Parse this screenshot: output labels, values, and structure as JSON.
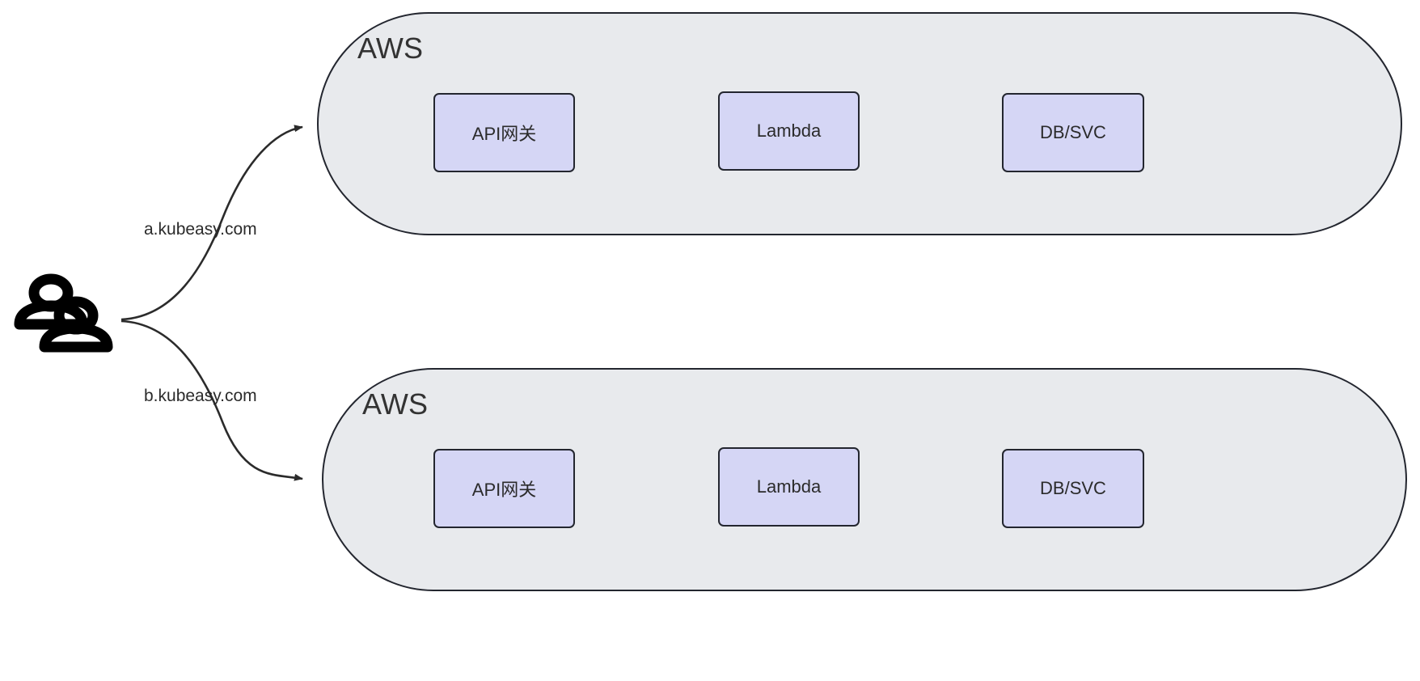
{
  "diagram": {
    "title": "AWS multi-account traffic routing",
    "background": "#ffffff",
    "colors": {
      "cloud_fill": "#e8eaed",
      "cloud_stroke": "#23262f",
      "node_fill": "#d5d6f5",
      "node_stroke": "#23262f",
      "edge_stroke": "#2b2b2b",
      "text": "#333333"
    }
  },
  "actor": {
    "icon": "users-icon",
    "label": ""
  },
  "clouds": [
    {
      "id": "aws-top",
      "title": "AWS",
      "nodes": [
        {
          "id": "api-gateway-top",
          "label": "API网关"
        },
        {
          "id": "lambda-top",
          "label": "Lambda"
        },
        {
          "id": "db-svc-top",
          "label": "DB/SVC"
        }
      ]
    },
    {
      "id": "aws-bottom",
      "title": "AWS",
      "nodes": [
        {
          "id": "api-gateway-bottom",
          "label": "API网关"
        },
        {
          "id": "lambda-bottom",
          "label": "Lambda"
        },
        {
          "id": "db-svc-bottom",
          "label": "DB/SVC"
        }
      ]
    }
  ],
  "edges": [
    {
      "id": "edge-a",
      "label": "a.kubeasy.com",
      "from": "users",
      "to": "aws-top"
    },
    {
      "id": "edge-b",
      "label": "b.kubeasy.com",
      "from": "users",
      "to": "aws-bottom"
    }
  ]
}
